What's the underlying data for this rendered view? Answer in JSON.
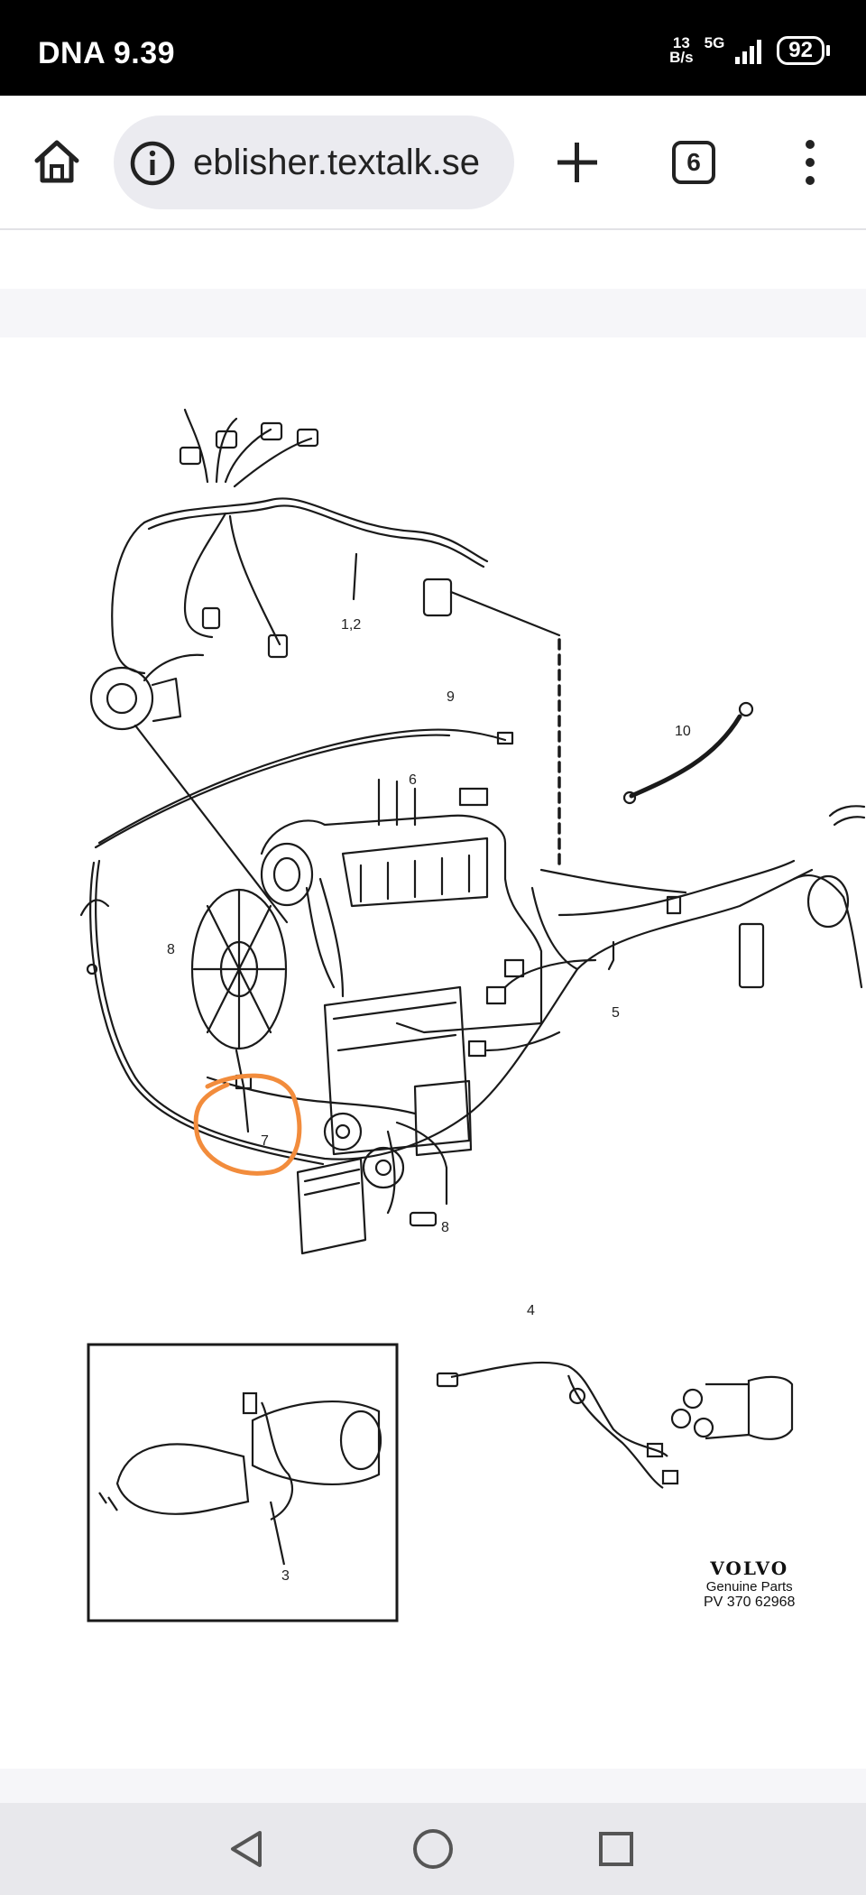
{
  "status_bar": {
    "time": "DNA 9.39",
    "net_speed_value": "13",
    "net_speed_unit": "B/s",
    "network": "5G",
    "battery": "92"
  },
  "browser": {
    "url": "eblisher.textalk.se",
    "tab_count": "6",
    "icons": [
      "home-icon",
      "info-icon",
      "plus-icon",
      "tabs-icon",
      "more-vertical-icon"
    ]
  },
  "diagram": {
    "callouts": {
      "c1": "1,2",
      "c3": "3",
      "c4": "4",
      "c5": "5",
      "c6": "6",
      "c7": "7",
      "c8a": "8",
      "c8b": "8",
      "c9": "9",
      "c10": "10"
    },
    "brand_name": "VOLVO",
    "brand_sub": "Genuine Parts",
    "brand_code": "PV 370  62968",
    "highlight_color": "#f28c3c"
  },
  "nav": {
    "icons": [
      "back-icon",
      "home-circle-icon",
      "recents-icon"
    ]
  }
}
